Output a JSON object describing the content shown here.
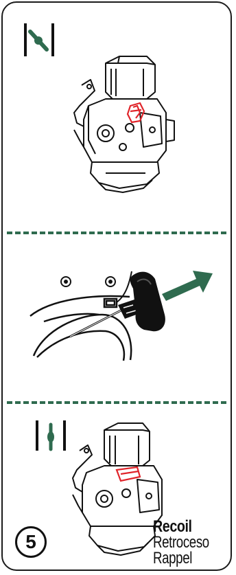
{
  "step": {
    "number": "5"
  },
  "caption": {
    "primary": "Recoil",
    "secondary": "Retroceso",
    "tertiary": "Rappel"
  },
  "colors": {
    "accent": "#2f6b4f",
    "highlight": "#e0242a",
    "ink": "#111111"
  },
  "icons": {
    "top_panel": "choke-closed-icon",
    "middle_panel": "pull-recoil-handle-arrow-icon",
    "bottom_panel": "choke-open-icon"
  }
}
